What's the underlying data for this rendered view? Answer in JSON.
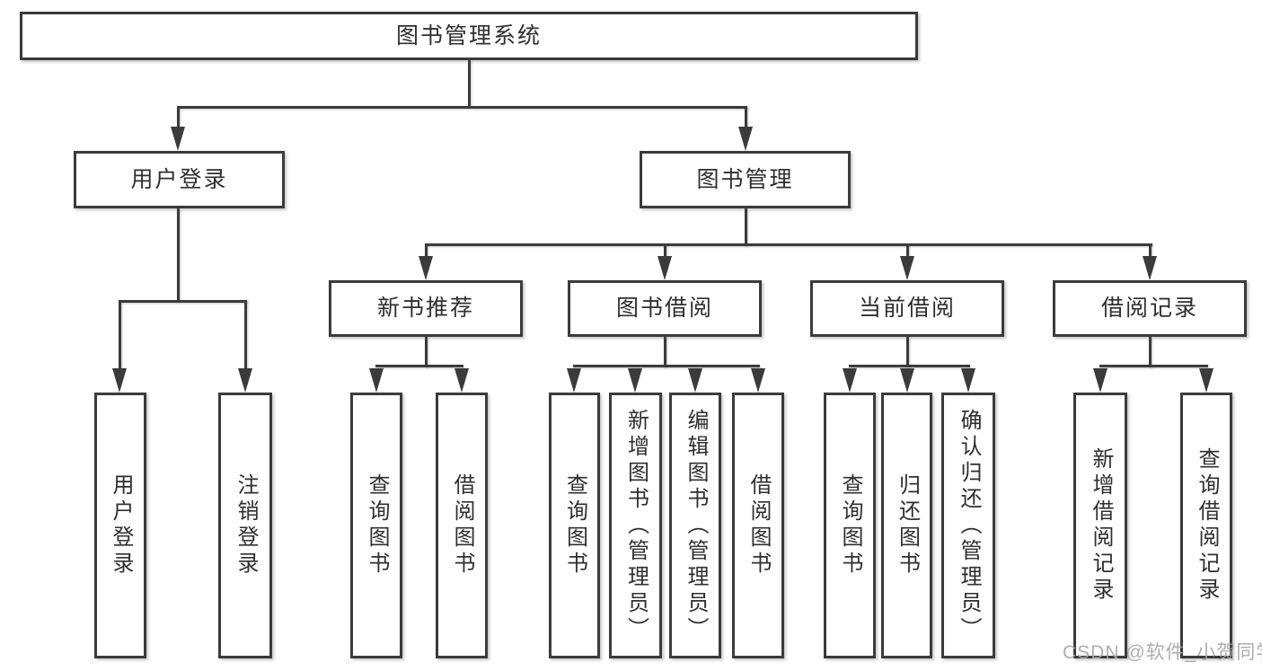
{
  "tree": {
    "root": "图书管理系统",
    "branches": [
      {
        "label": "用户登录",
        "leaves": [
          "用户登录",
          "注销登录"
        ]
      },
      {
        "label": "图书管理",
        "groups": [
          {
            "label": "新书推荐",
            "leaves": [
              "查询图书",
              "借阅图书"
            ]
          },
          {
            "label": "图书借阅",
            "leaves": [
              "查询图书",
              "新增图书（管理员）",
              "编辑图书（管理员）",
              "借阅图书"
            ]
          },
          {
            "label": "当前借阅",
            "leaves": [
              "查询图书",
              "归还图书",
              "确认归还（管理员）"
            ]
          },
          {
            "label": "借阅记录",
            "leaves": [
              "新增借阅记录",
              "查询借阅记录"
            ]
          }
        ]
      }
    ]
  },
  "watermark": {
    "text": "CSDN @软件_小贺同学"
  },
  "colors": {
    "line": "#3b3b3b",
    "box_border": "#3b3b3b",
    "box_fill": "#ffffff",
    "text": "#2f2f2f",
    "watermark": "#a6a6a6"
  }
}
